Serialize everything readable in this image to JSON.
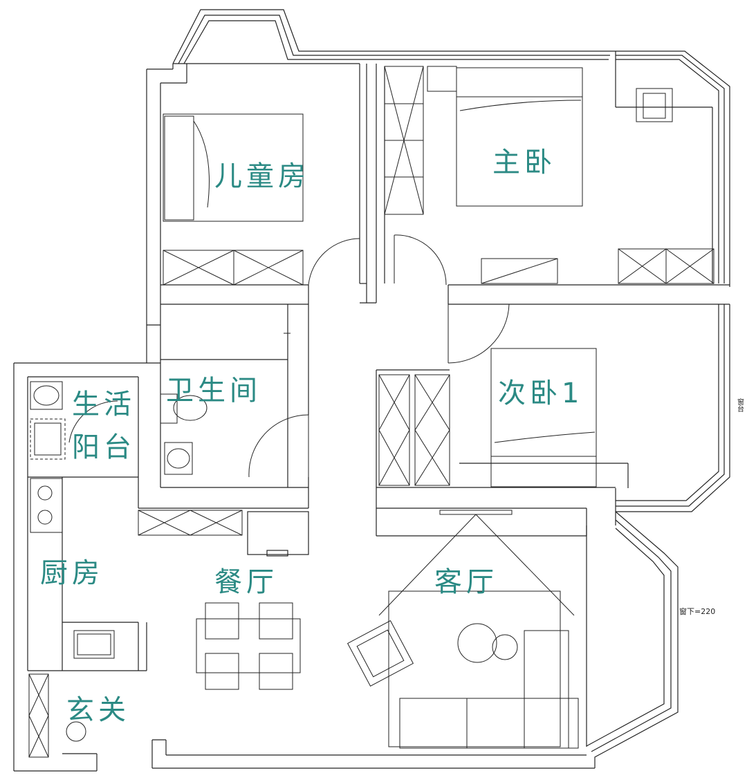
{
  "colors": {
    "wall": "#222222",
    "label": "#2b8a84",
    "background": "#ffffff"
  },
  "rooms": {
    "children_room": "儿童房",
    "master_bedroom": "主卧",
    "second_bedroom": "次卧1",
    "bathroom": "卫生间",
    "utility_balcony_line1": "生活",
    "utility_balcony_line2": "阳台",
    "kitchen": "厨房",
    "dining_room": "餐厅",
    "living_room": "客厅",
    "entrance": "玄关"
  },
  "notes": {
    "window_sill": "窗下=220",
    "right_edge_mark": "窗台"
  }
}
